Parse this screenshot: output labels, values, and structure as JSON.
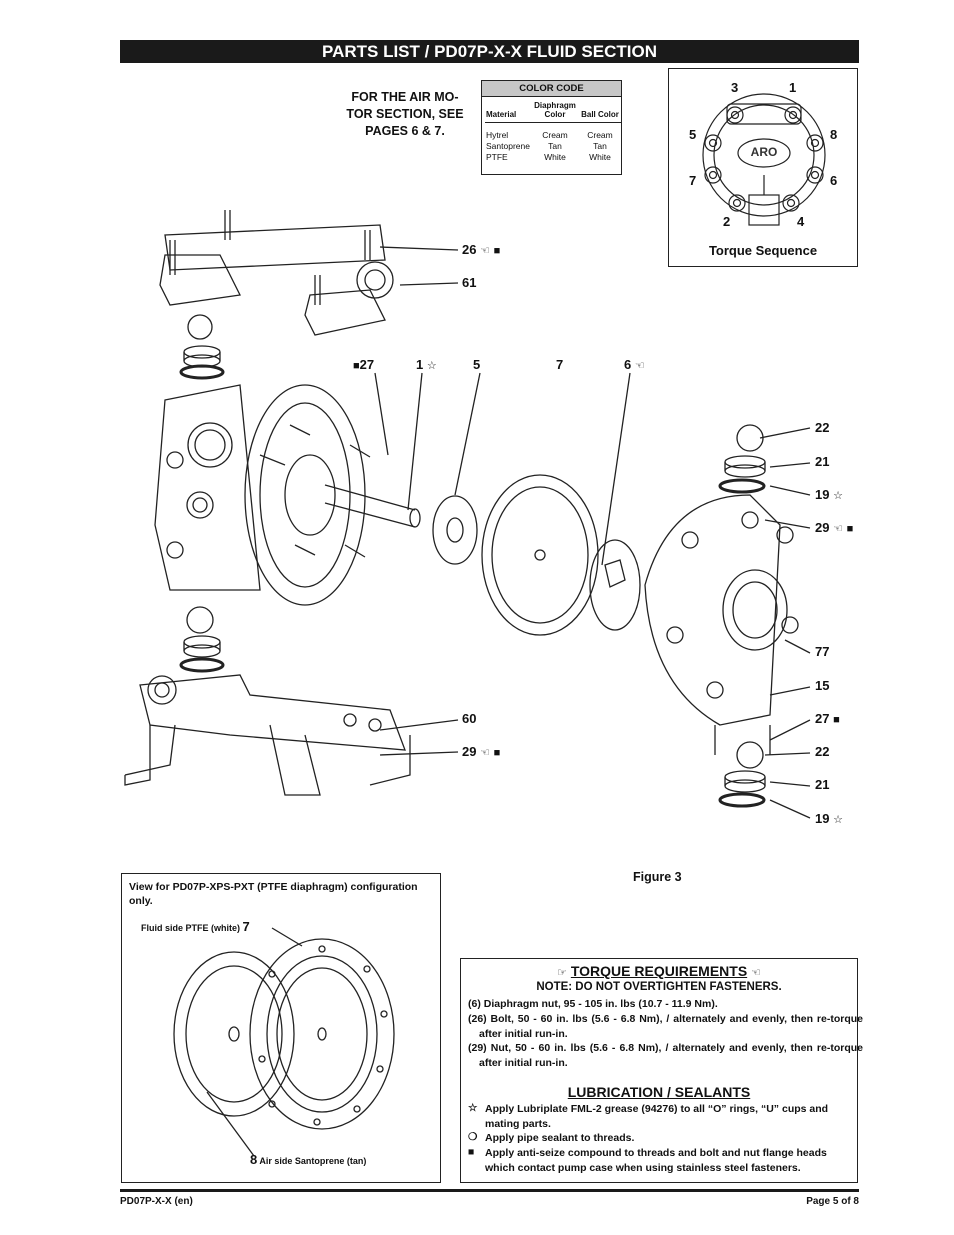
{
  "header": {
    "title": "PARTS LIST / PD07P-X-X FLUID SECTION"
  },
  "air_note": "FOR THE AIR MO-TOR SECTION, SEE PAGES 6 & 7.",
  "color_code": {
    "title": "COLOR CODE",
    "headers": [
      "Material",
      "Diaphragm Color",
      "Ball Color"
    ],
    "rows": [
      {
        "material": "Hytrel",
        "diaphragm": "Cream",
        "ball": "Cream"
      },
      {
        "material": "Santoprene",
        "diaphragm": "Tan",
        "ball": "Tan"
      },
      {
        "material": "PTFE",
        "diaphragm": "White",
        "ball": "White"
      }
    ]
  },
  "torque_sequence": {
    "caption": "Torque Sequence",
    "logo": "ARO",
    "numbers": [
      "3",
      "1",
      "5",
      "8",
      "7",
      "6",
      "2",
      "4"
    ]
  },
  "callouts": {
    "c26": "26",
    "c61": "61",
    "c27": "27",
    "c1": "1",
    "c5": "5",
    "c7": "7",
    "c6": "6",
    "c22a": "22",
    "c21a": "21",
    "c19a": "19",
    "c29a": "29",
    "c77": "77",
    "c15": "15",
    "c27b": "27",
    "c22b": "22",
    "c21b": "21",
    "c19b": "19",
    "c60": "60",
    "c29b": "29"
  },
  "symbols": {
    "star": "☆",
    "hand": "☜",
    "square": "■",
    "hand_right": "☞",
    "circle": "❍"
  },
  "figure_caption": "Figure 3",
  "ptfe_view": {
    "title": "View for PD07P-XPS-PXT (PTFE diaphragm) configuration only.",
    "fluid_label": "Fluid side PTFE (white)",
    "fluid_num": "7",
    "air_label": "Air side Santoprene (tan)",
    "air_num": "8"
  },
  "torque_requirements": {
    "title": "TORQUE REQUIREMENTS",
    "note": "NOTE: DO NOT OVERTIGHTEN FASTENERS.",
    "items": [
      "(6) Diaphragm nut, 95 - 105 in. lbs (10.7 - 11.9 Nm).",
      "(26) Bolt, 50 - 60 in. lbs (5.6 - 6.8 Nm), / alternately and evenly, then re-torque after initial run-in.",
      "(29) Nut, 50 - 60 in. lbs (5.6 - 6.8 Nm), / alternately and evenly, then re-torque after initial run-in."
    ]
  },
  "lubrication": {
    "title": "LUBRICATION / SEALANTS",
    "items": [
      "Apply Lubriplate FML-2 grease (94276) to all “O” rings, “U” cups and mating parts.",
      "Apply pipe sealant to threads.",
      "Apply anti-seize compound to threads and bolt and nut flange heads which contact pump case when using stainless steel fasteners."
    ]
  },
  "footer": {
    "left": "PD07P-X-X (en)",
    "right": "Page 5 of 8"
  }
}
